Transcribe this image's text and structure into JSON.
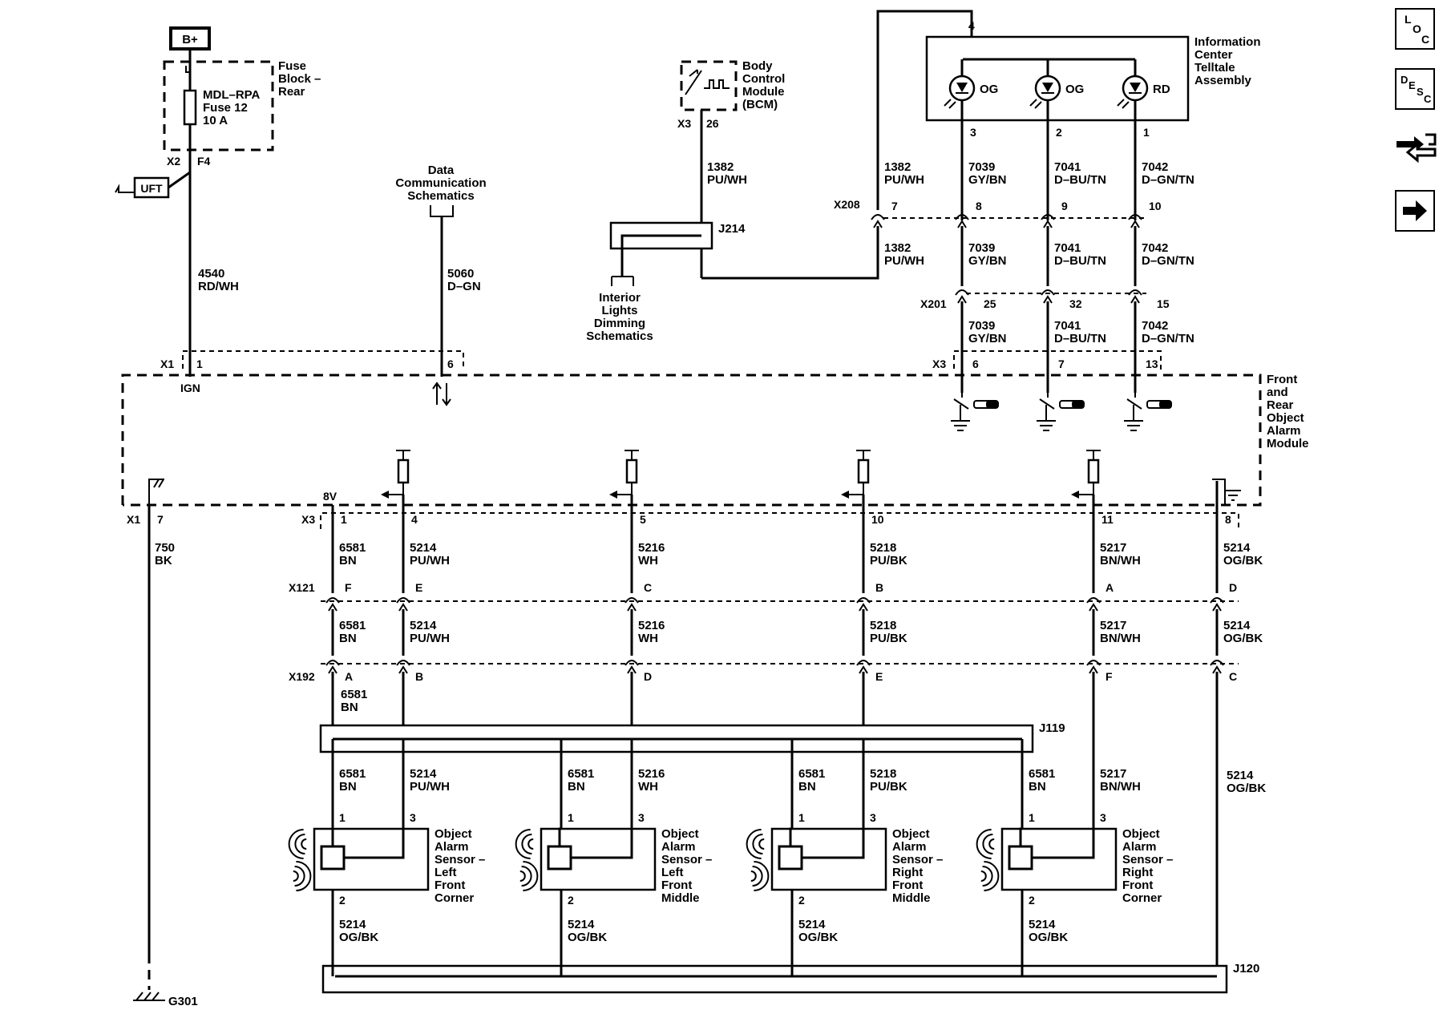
{
  "power": {
    "bplus": "B+",
    "uft": "UFT"
  },
  "fuse_block": {
    "title_lines": [
      "Fuse",
      "Block –",
      "Rear"
    ],
    "fuse_lines": [
      "MDL–RPA",
      "Fuse 12",
      "10 A"
    ],
    "x2": "X2",
    "f4": "F4"
  },
  "ign_wire": {
    "circuit": "4540",
    "color": "RD/WH"
  },
  "data_comm": {
    "title_lines": [
      "Data",
      "Communication",
      "Schematics"
    ],
    "circuit": "5060",
    "color": "D–GN"
  },
  "bcm": {
    "title_lines": [
      "Body",
      "Control",
      "Module",
      "(BCM)"
    ],
    "conn": "X3",
    "pin": "26",
    "circuit": "1382",
    "color": "PU/WH",
    "splice": "J214"
  },
  "interior_lights": {
    "title_lines": [
      "Interior",
      "Lights",
      "Dimming",
      "Schematics"
    ]
  },
  "info_center": {
    "title_lines": [
      "Information",
      "Center",
      "Telltale",
      "Assembly"
    ],
    "top_pin": "4",
    "leds": [
      {
        "label": "OG",
        "pin": "3"
      },
      {
        "label": "OG",
        "pin": "2"
      },
      {
        "label": "RD",
        "pin": "1"
      }
    ]
  },
  "x208": {
    "name": "X208",
    "wire1382_upper": {
      "circuit": "1382",
      "color": "PU/WH"
    },
    "wire1382_lower": {
      "circuit": "1382",
      "color": "PU/WH"
    },
    "pins": [
      "7",
      "8",
      "9",
      "10"
    ]
  },
  "telltale_wires": [
    {
      "circuit": "7039",
      "color": "GY/BN",
      "x201_pin": "25",
      "x3_pin": "6"
    },
    {
      "circuit": "7041",
      "color": "D–BU/TN",
      "x201_pin": "32",
      "x3_pin": "7"
    },
    {
      "circuit": "7042",
      "color": "D–GN/TN",
      "x201_pin": "15",
      "x3_pin": "13"
    }
  ],
  "x201": "X201",
  "module": {
    "title_lines": [
      "Front",
      "and",
      "Rear",
      "Object",
      "Alarm",
      "Module"
    ],
    "x1": "X1",
    "x1_pin1": "1",
    "ign": "IGN",
    "x1_pin6": "6",
    "x3_top": "X3",
    "v8": "8V",
    "x3_bottom": "X3",
    "x1_bottom": "X1",
    "x1_pin7": "7"
  },
  "ground": {
    "circuit": "750",
    "color": "BK",
    "g": "G301"
  },
  "sensor_wires": [
    {
      "x3_pin": "1",
      "circuit": "6581",
      "color": "BN",
      "x121": "F",
      "x192": "A"
    },
    {
      "x3_pin": "4",
      "circuit": "5214",
      "color": "PU/WH",
      "x121": "E",
      "x192": "B"
    },
    {
      "x3_pin": "5",
      "circuit": "5216",
      "color": "WH",
      "x121": "C",
      "x192": "D"
    },
    {
      "x3_pin": "10",
      "circuit": "5218",
      "color": "PU/BK",
      "x121": "B",
      "x192": "E"
    },
    {
      "x3_pin": "11",
      "circuit": "5217",
      "color": "BN/WH",
      "x121": "A",
      "x192": "F"
    },
    {
      "x3_pin": "8",
      "circuit": "5214",
      "color": "OG/BK",
      "x121": "D",
      "x192": "C"
    }
  ],
  "connectors": {
    "x121": "X121",
    "x192": "X192",
    "j119": "J119",
    "j120": "J120"
  },
  "sensors": [
    {
      "title_lines": [
        "Object",
        "Alarm",
        "Sensor –",
        "Left",
        "Front",
        "Corner"
      ],
      "pin1": "1",
      "pin2": "2",
      "pin3": "3",
      "w1": {
        "circuit": "6581",
        "color": "BN"
      },
      "w3": {
        "circuit": "5214",
        "color": "PU/WH"
      },
      "w2": {
        "circuit": "5214",
        "color": "OG/BK"
      }
    },
    {
      "title_lines": [
        "Object",
        "Alarm",
        "Sensor –",
        "Left",
        "Front",
        "Middle"
      ],
      "pin1": "1",
      "pin2": "2",
      "pin3": "3",
      "w1": {
        "circuit": "6581",
        "color": "BN"
      },
      "w3": {
        "circuit": "5216",
        "color": "WH"
      },
      "w2": {
        "circuit": "5214",
        "color": "OG/BK"
      }
    },
    {
      "title_lines": [
        "Object",
        "Alarm",
        "Sensor –",
        "Right",
        "Front",
        "Middle"
      ],
      "pin1": "1",
      "pin2": "2",
      "pin3": "3",
      "w1": {
        "circuit": "6581",
        "color": "BN"
      },
      "w3": {
        "circuit": "5218",
        "color": "PU/BK"
      },
      "w2": {
        "circuit": "5214",
        "color": "OG/BK"
      }
    },
    {
      "title_lines": [
        "Object",
        "Alarm",
        "Sensor –",
        "Right",
        "Front",
        "Corner"
      ],
      "pin1": "1",
      "pin2": "2",
      "pin3": "3",
      "w1": {
        "circuit": "6581",
        "color": "BN"
      },
      "w3": {
        "circuit": "5217",
        "color": "BN/WH"
      },
      "w2": {
        "circuit": "5214",
        "color": "OG/BK"
      }
    }
  ],
  "x192_extra": {
    "circuit": "6581",
    "color": "BN"
  },
  "right_wire": {
    "circuit": "5214",
    "color": "OG/BK"
  },
  "nav": {
    "loc": [
      "L",
      "O",
      "C"
    ],
    "desc": [
      "D",
      "E",
      "S",
      "C"
    ],
    "icons": [
      "connector-end-view-icon",
      "next-page-arrow-icon"
    ]
  }
}
